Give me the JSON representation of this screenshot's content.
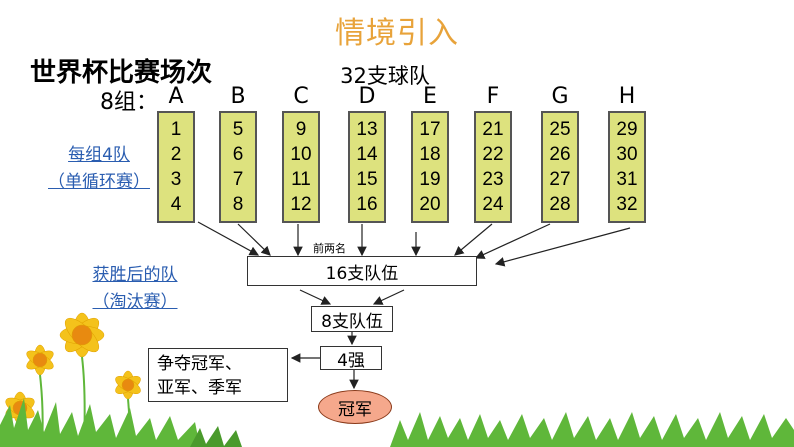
{
  "title": "情境引入",
  "heading": "世界杯比赛场次",
  "teams_total": "32支球队",
  "groups_prefix": "8组：",
  "groups": [
    {
      "letter": "A",
      "teams": [
        "1",
        "2",
        "3",
        "4"
      ]
    },
    {
      "letter": "B",
      "teams": [
        "5",
        "6",
        "7",
        "8"
      ]
    },
    {
      "letter": "C",
      "teams": [
        "9",
        "10",
        "11",
        "12"
      ]
    },
    {
      "letter": "D",
      "teams": [
        "13",
        "14",
        "15",
        "16"
      ]
    },
    {
      "letter": "E",
      "teams": [
        "17",
        "18",
        "19",
        "20"
      ]
    },
    {
      "letter": "F",
      "teams": [
        "21",
        "22",
        "23",
        "24"
      ]
    },
    {
      "letter": "G",
      "teams": [
        "25",
        "26",
        "27",
        "28"
      ]
    },
    {
      "letter": "H",
      "teams": [
        "29",
        "30",
        "31",
        "32"
      ]
    }
  ],
  "group_stage_label": {
    "line1": "每组4队",
    "line2": "（单循环赛）"
  },
  "knockout_label": {
    "line1": "获胜后的队",
    "line2": "（淘汰赛）"
  },
  "top_two_label": "前两名",
  "flow": {
    "round16": "16支队伍",
    "round8": "8支队伍",
    "round4": "4强"
  },
  "result": {
    "line1": "争夺冠军、",
    "line2": "亚军、季军"
  },
  "champion": "冠军",
  "colors": {
    "title": "#e8a33a",
    "group_box": "#dde27e",
    "link_label": "#2a5db0",
    "champion_fill": "#f5a88c",
    "grass": "#5fb73a",
    "flower": "#f4c21b"
  }
}
